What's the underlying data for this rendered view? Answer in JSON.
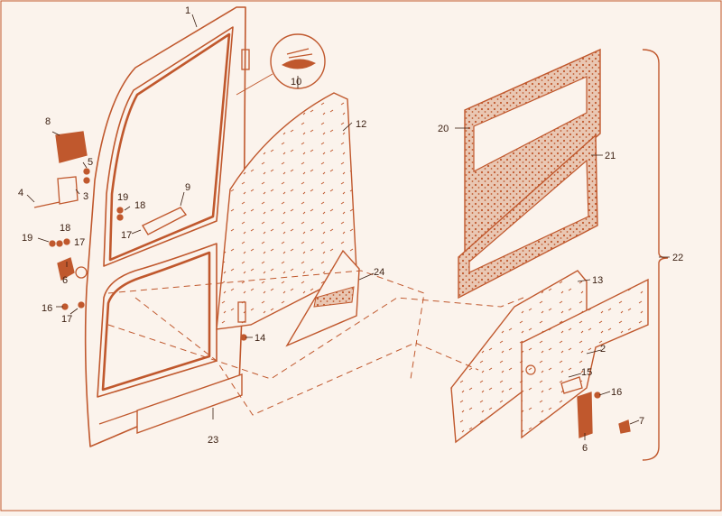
{
  "diagram": {
    "ink_color": "#c0582d",
    "fill_color": "#fbf3ec",
    "label_color": "#3a1e10",
    "callouts": {
      "c1": "1",
      "c2": "2",
      "c3": "3",
      "c4": "4",
      "c5": "5",
      "c6a": "6",
      "c6b": "6",
      "c7": "7",
      "c8": "8",
      "c9": "9",
      "c10": "10",
      "c12": "12",
      "c13": "13",
      "c14": "14",
      "c15": "15",
      "c16a": "16",
      "c16b": "16",
      "c17a": "17",
      "c17b": "17",
      "c17c": "17",
      "c18a": "18",
      "c18b": "18",
      "c19a": "19",
      "c19b": "19",
      "c20": "20",
      "c21": "21",
      "c22": "22",
      "c23": "23",
      "c24": "24"
    }
  }
}
